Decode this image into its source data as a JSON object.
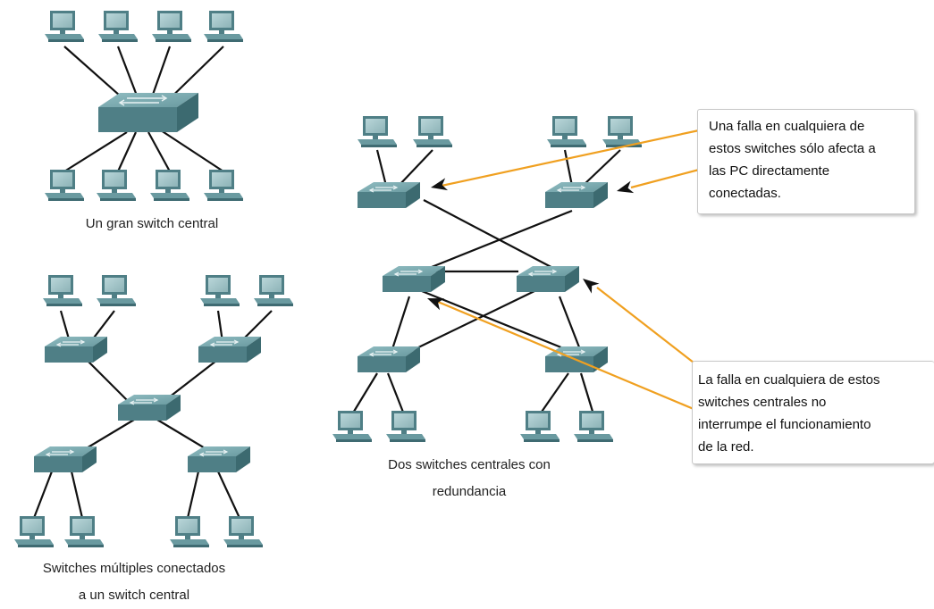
{
  "captions": {
    "single_switch": "Un gran switch central",
    "multi_switch_line1": "Switches múltiples conectados",
    "multi_switch_line2": "a un switch central",
    "redundant_line1": "Dos switches centrales con",
    "redundant_line2": "redundancia"
  },
  "callouts": {
    "access": {
      "lines": [
        "Una falla en cualquiera de",
        "estos switches sólo afecta a",
        "las PC directamente",
        "conectadas."
      ]
    },
    "core": {
      "lines": [
        "La falla en cualquiera de estos",
        "switches centrales no",
        "interrumpe el funcionamiento",
        "de la red."
      ]
    }
  },
  "colors": {
    "switch_top": "#7aa8ae",
    "switch_front": "#4f7f86",
    "pc_body": "#5f8c92",
    "pc_screen": "#9ec2c6",
    "cable": "#111111",
    "arrow": "#f0a020"
  },
  "icons": [
    "switch-icon",
    "pc-icon",
    "arrowhead-icon"
  ]
}
